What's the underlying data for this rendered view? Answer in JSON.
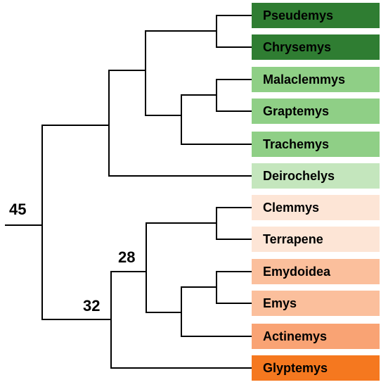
{
  "taxa": [
    {
      "name": "Pseudemys",
      "color": "#2f7d32"
    },
    {
      "name": "Chrysemys",
      "color": "#2f7d32"
    },
    {
      "name": "Malaclemmys",
      "color": "#8fcf86"
    },
    {
      "name": "Graptemys",
      "color": "#8fcf86"
    },
    {
      "name": "Trachemys",
      "color": "#8fcf86"
    },
    {
      "name": "Deirochelys",
      "color": "#c4e6bd"
    },
    {
      "name": "Clemmys",
      "color": "#fde5d6"
    },
    {
      "name": "Terrapene",
      "color": "#fde5d6"
    },
    {
      "name": "Emydoidea",
      "color": "#fbbf9c"
    },
    {
      "name": "Emys",
      "color": "#fbbf9c"
    },
    {
      "name": "Actinemys",
      "color": "#f9a374"
    },
    {
      "name": "Glyptemys",
      "color": "#f5781f"
    }
  ],
  "node_labels": {
    "root": "45",
    "clade_32": "32",
    "clade_28": "28"
  }
}
